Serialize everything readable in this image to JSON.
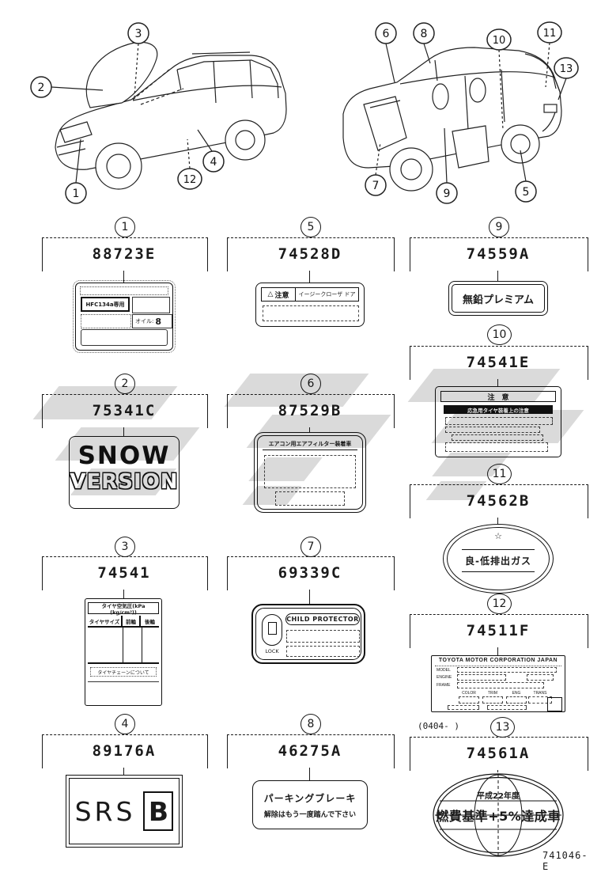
{
  "footer": {
    "code": "741046- E"
  },
  "note_0404": "(0404-        )",
  "callouts": {
    "c1": "1",
    "c2": "2",
    "c3": "3",
    "c4": "4",
    "c5": "5",
    "c6": "6",
    "c7": "7",
    "c8": "8",
    "c9": "9",
    "c10": "10",
    "c11": "11",
    "c12": "12",
    "c13": "13"
  },
  "items": {
    "i1": {
      "num": "1",
      "part": "88723E",
      "cell_left": "HFC134a専用",
      "cell_right_label": "オイル:",
      "cell_right_value": "8"
    },
    "i2": {
      "num": "2",
      "part": "75341C",
      "line1": "SNOW",
      "line2": "VERSION"
    },
    "i3": {
      "num": "3",
      "part": "74541",
      "header": "タイヤ空気圧(kPa (kg/cm²))",
      "col_size": "タイヤサイズ",
      "col_front": "前輪",
      "col_rear": "後輪",
      "note": "タイヤチェーンについて"
    },
    "i4": {
      "num": "4",
      "part": "89176A",
      "text": "SRS",
      "badge": "B"
    },
    "i5": {
      "num": "5",
      "part": "74528D",
      "warn_icon": "△",
      "warn": "注意",
      "title": "イージークローザ ドア"
    },
    "i6": {
      "num": "6",
      "part": "87529B",
      "header": "エアコン用エアフィルター装着車"
    },
    "i7": {
      "num": "7",
      "part": "69339C",
      "title": "CHILD PROTECTOR",
      "lock": "LOCK"
    },
    "i8": {
      "num": "8",
      "part": "46275A",
      "line1": "パーキングブレーキ",
      "line2": "解除はもう一度踏んで下さい"
    },
    "i9": {
      "num": "9",
      "part": "74559A",
      "text": "無鉛プレミアム"
    },
    "i10": {
      "num": "10",
      "part": "74541E",
      "header": "注　意",
      "strip": "応急用タイヤ装着上の注意"
    },
    "i11": {
      "num": "11",
      "part": "74562B",
      "star": "☆",
      "text": "良-低排出ガス"
    },
    "i12": {
      "num": "12",
      "part": "74511F",
      "header": "TOYOTA MOTOR CORPORATION JAPAN",
      "row1": "MODEL",
      "row2": "ENGINE",
      "row3": "FRAME",
      "colA": "COLOR",
      "colB": "TRIM",
      "colC": "ENG",
      "colD": "TRANS"
    },
    "i13": {
      "num": "13",
      "part": "74561A",
      "line1": "平成22年度",
      "line2": "燃費基準+5%達成車"
    }
  }
}
